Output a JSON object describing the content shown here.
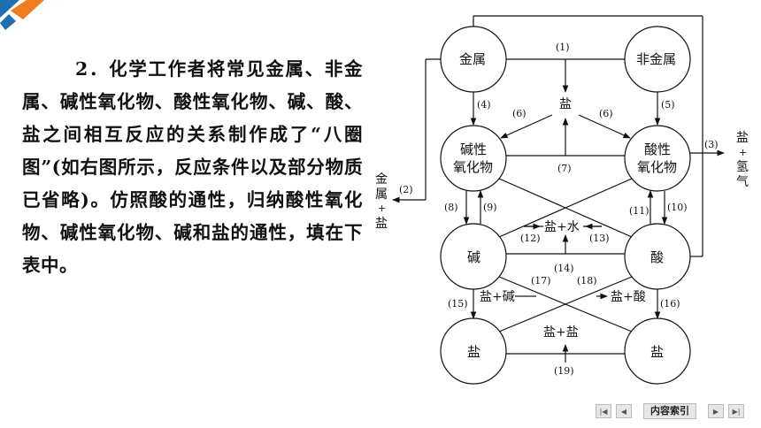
{
  "question": {
    "number": "2．",
    "text": "化学工作者将常见金属、非金属、碱性氧化物、酸性氧化物、碱、酸、盐之间相互反应的关系制作成了“八圈图”(如右图所示，反应条件以及部分物质已省略)。仿照酸的通性，归纳酸性氧化物、碱性氧化物、碱和盐的通性，填在下表中。"
  },
  "diagram": {
    "nodes": {
      "metal": "金属",
      "nonmetal": "非金属",
      "basic_oxide_1": "碱性",
      "basic_oxide_2": "氧化物",
      "acidic_oxide_1": "酸性",
      "acidic_oxide_2": "氧化物",
      "base": "碱",
      "acid": "酸",
      "salt_left": "盐",
      "salt_right": "盐"
    },
    "products": {
      "salt_top": "盐",
      "salt_water": "盐+水",
      "salt_base": "盐+碱",
      "salt_acid": "盐+酸",
      "salt_salt": "盐+盐"
    },
    "side_left": [
      "金",
      "属",
      "+",
      "盐"
    ],
    "side_right": [
      "盐",
      "+",
      "氢",
      "气"
    ],
    "labels": {
      "r1": "(1)",
      "r2": "(2)",
      "r3": "(3)",
      "r4": "(4)",
      "r5": "(5)",
      "r6a": "(6)",
      "r6b": "(6)",
      "r7": "(7)",
      "r8": "(8)",
      "r9": "(9)",
      "r10": "(10)",
      "r11": "(11)",
      "r12": "(12)",
      "r13": "(13)",
      "r14": "(14)",
      "r15": "(15)",
      "r16": "(16)",
      "r17": "(17)",
      "r18": "(18)",
      "r19": "(19)"
    }
  },
  "nav": {
    "first_icon": "first-page-icon",
    "prev_icon": "prev-page-icon",
    "index_label": "内容索引",
    "next_icon": "next-page-icon",
    "last_icon": "last-page-icon"
  },
  "colors": {
    "logo_orange": "#f07c1e",
    "logo_blue": "#1f6fb5"
  }
}
